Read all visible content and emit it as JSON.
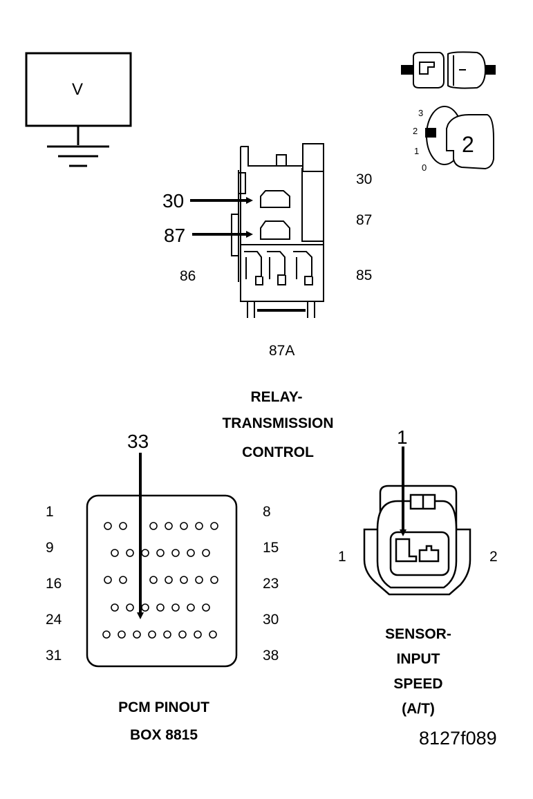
{
  "meter": {
    "symbol": "V"
  },
  "ignition": {
    "positions": [
      "3",
      "2",
      "1",
      "0"
    ],
    "selected": "2"
  },
  "relay": {
    "callouts": [
      "30",
      "87"
    ],
    "terminals": {
      "t30": "30",
      "t87": "87",
      "t86": "86",
      "t85": "85",
      "t87a": "87A"
    },
    "title": [
      "RELAY-",
      "TRANSMISSION",
      "CONTROL"
    ]
  },
  "pcm": {
    "callout": "33",
    "row_labels_left": [
      "1",
      "9",
      "16",
      "24",
      "31"
    ],
    "row_labels_right": [
      "8",
      "15",
      "23",
      "30",
      "38"
    ],
    "title": [
      "PCM PINOUT",
      "BOX 8815"
    ]
  },
  "sensor": {
    "callout": "1",
    "pin_left": "1",
    "pin_right": "2",
    "title": [
      "SENSOR-",
      "INPUT",
      "SPEED",
      "(A/T)"
    ]
  },
  "figure_id": "8127f089"
}
